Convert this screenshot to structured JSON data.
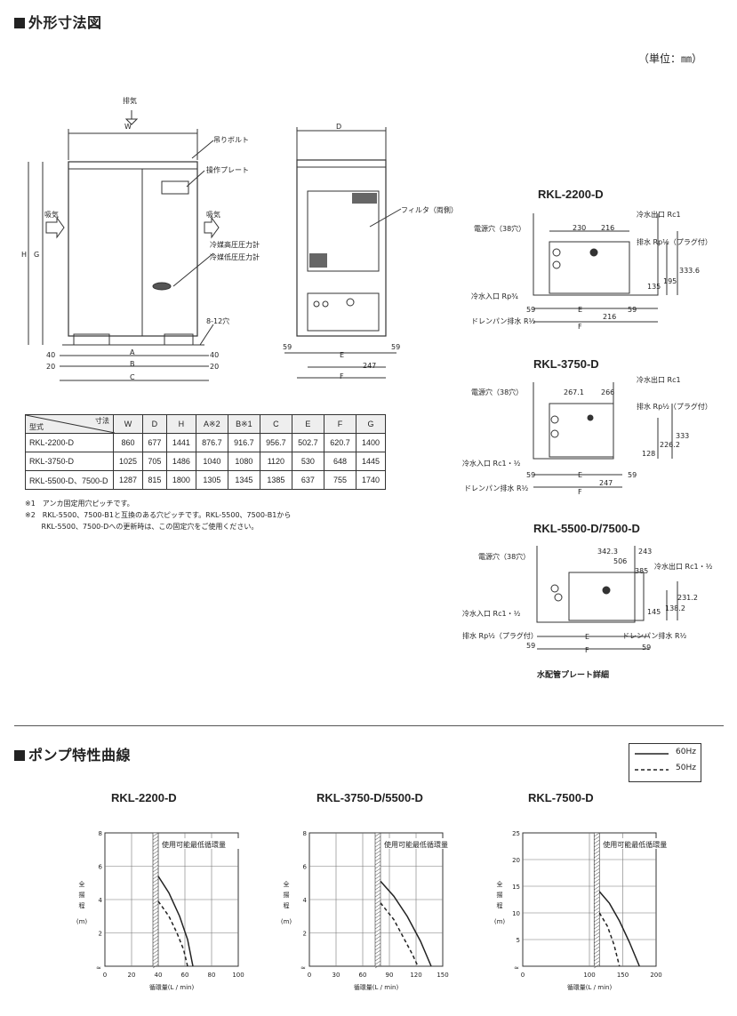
{
  "section1": {
    "title": "外形寸法図",
    "unit": "（単位：㎜）"
  },
  "front_view": {
    "labels": [
      "排気",
      "W",
      "吊りボルト",
      "操作プレート",
      "吸気",
      "吸気",
      "冷媒高圧圧力計",
      "冷媒低圧圧力計",
      "H",
      "G",
      "40",
      "20",
      "A",
      "B",
      "C",
      "40",
      "20",
      "8-12穴"
    ]
  },
  "side_view": {
    "labels": [
      "D",
      "フィルタ（両側）",
      "59",
      "59",
      "E",
      "247",
      "F"
    ]
  },
  "spec_table": {
    "header_top": "寸法",
    "header_left": "型式",
    "columns": [
      "W",
      "D",
      "H",
      "A※2",
      "B※1",
      "C",
      "E",
      "F",
      "G"
    ],
    "rows": [
      {
        "model": "RKL-2200-D",
        "values": [
          "860",
          "677",
          "1441",
          "876.7",
          "916.7",
          "956.7",
          "502.7",
          "620.7",
          "1400"
        ]
      },
      {
        "model": "RKL-3750-D",
        "values": [
          "1025",
          "705",
          "1486",
          "1040",
          "1080",
          "1120",
          "530",
          "648",
          "1445"
        ]
      },
      {
        "model": "RKL-5500-D、7500-D",
        "values": [
          "1287",
          "815",
          "1800",
          "1305",
          "1345",
          "1385",
          "637",
          "755",
          "1740"
        ]
      }
    ]
  },
  "notes": [
    "※1　アンカ固定用穴ピッチです。",
    "※2　RKL-5500、7500-B1と互換のある穴ピッチです。RKL-5500、7500-B1から",
    "　　 RKL-5500、7500-Dへの更新時は、この固定穴をご使用ください。"
  ],
  "plate_details": [
    {
      "model": "RKL-2200-D",
      "labels": [
        "電源穴（38穴）",
        "冷水出口 Rc1",
        "230",
        "216",
        "排水 Rp½（プラグ付）",
        "冷水入口 Rp¾",
        "ドレンパン排水 R½",
        "59",
        "E",
        "216",
        "F",
        "59",
        "333.6",
        "195",
        "135"
      ]
    },
    {
      "model": "RKL-3750-D",
      "labels": [
        "電源穴（38穴）",
        "267.1",
        "266",
        "冷水出口 Rc1",
        "排水 Rp½（プラグ付）",
        "冷水入口 Rc1・½",
        "ドレンパン排水 R½",
        "59",
        "E",
        "247",
        "F",
        "59",
        "333",
        "226.2",
        "128"
      ]
    },
    {
      "model": "RKL-5500-D/7500-D",
      "labels": [
        "電源穴（38穴）",
        "342.3",
        "243",
        "506",
        "385",
        "冷水出口 Rc1・½",
        "冷水入口 Rc1・½",
        "排水 Rp½（プラグ付）",
        "ドレンパン排水 R½",
        "59",
        "E",
        "F",
        "59",
        "231.2",
        "138.2",
        "145"
      ]
    }
  ],
  "plate_caption": "水配管プレート詳細",
  "section2": {
    "title": "ポンプ特性曲線"
  },
  "legend": {
    "solid": "60Hz",
    "dashed": "50Hz"
  },
  "chart_data": [
    {
      "type": "line",
      "title": "RKL-2200-D",
      "xlabel": "循環量(L / min)",
      "ylabel": "全揚程 (m)",
      "xlim": [
        0,
        100
      ],
      "ylim": [
        0,
        8
      ],
      "xticks": [
        0,
        20,
        40,
        60,
        80,
        100
      ],
      "yticks": [
        2,
        4,
        6,
        8
      ],
      "annotation": "使用可能最低循環量",
      "min_flow": 40,
      "series": [
        {
          "name": "60Hz",
          "style": "solid",
          "x": [
            40,
            48,
            56,
            62,
            66
          ],
          "y": [
            5.4,
            4.4,
            3.0,
            1.6,
            0
          ]
        },
        {
          "name": "50Hz",
          "style": "dashed",
          "x": [
            40,
            48,
            54,
            59,
            62
          ],
          "y": [
            3.9,
            3.0,
            2.0,
            1.0,
            0
          ]
        }
      ]
    },
    {
      "type": "line",
      "title": "RKL-3750-D/5500-D",
      "xlabel": "循環量(L / min)",
      "ylabel": "全揚程 (m)",
      "xlim": [
        0,
        150
      ],
      "ylim": [
        0,
        8
      ],
      "xticks": [
        0,
        30,
        60,
        90,
        120,
        150
      ],
      "yticks": [
        2,
        4,
        6,
        8
      ],
      "annotation": "使用可能最低循環量",
      "min_flow": 80,
      "series": [
        {
          "name": "60Hz",
          "style": "solid",
          "x": [
            80,
            95,
            110,
            125,
            137
          ],
          "y": [
            5.1,
            4.2,
            3.0,
            1.5,
            0
          ]
        },
        {
          "name": "50Hz",
          "style": "dashed",
          "x": [
            80,
            95,
            107,
            116,
            122
          ],
          "y": [
            3.8,
            2.8,
            1.6,
            0.7,
            0
          ]
        }
      ]
    },
    {
      "type": "line",
      "title": "RKL-7500-D",
      "xlabel": "循環量(L / min)",
      "ylabel": "全揚程 (m)",
      "xlim": [
        0,
        200
      ],
      "ylim": [
        0,
        25
      ],
      "xticks": [
        0,
        100,
        150,
        200
      ],
      "yticks": [
        5,
        10,
        15,
        20,
        25
      ],
      "annotation": "使用可能最低循環量",
      "min_flow": 115,
      "series": [
        {
          "name": "60Hz",
          "style": "solid",
          "x": [
            115,
            130,
            145,
            160,
            175
          ],
          "y": [
            14,
            11.8,
            8.5,
            4.5,
            0
          ]
        },
        {
          "name": "50Hz",
          "style": "dashed",
          "x": [
            115,
            127,
            137,
            145
          ],
          "y": [
            10,
            7.5,
            4.0,
            0
          ]
        }
      ]
    }
  ]
}
